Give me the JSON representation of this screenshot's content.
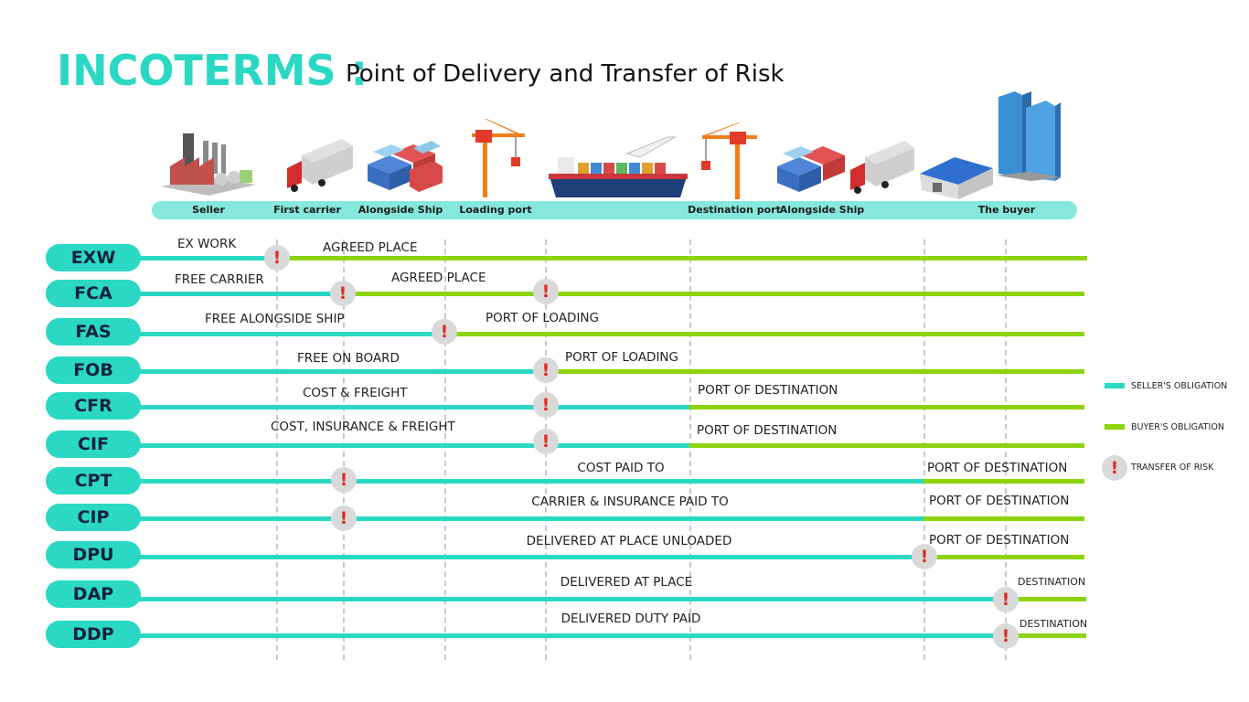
{
  "title": {
    "main": "INCOTERMS :",
    "sub": "Point of Delivery and Transfer of Risk"
  },
  "stages": [
    "Seller",
    "First carrier",
    "Alongside Ship",
    "Loading port",
    "Destination port",
    "Alongside Ship",
    "The buyer"
  ],
  "rows": [
    {
      "code": "EXW",
      "seller_label": "EX WORK",
      "buyer_label": "AGREED PLACE"
    },
    {
      "code": "FCA",
      "seller_label": "FREE CARRIER",
      "buyer_label": "AGREED PLACE"
    },
    {
      "code": "FAS",
      "seller_label": "FREE ALONGSIDE SHIP",
      "buyer_label": "PORT OF LOADING"
    },
    {
      "code": "FOB",
      "seller_label": "FREE ON BOARD",
      "buyer_label": "PORT OF LOADING"
    },
    {
      "code": "CFR",
      "seller_label": "COST & FREIGHT",
      "buyer_label": "PORT OF DESTINATION"
    },
    {
      "code": "CIF",
      "seller_label": "COST, INSURANCE & FREIGHT",
      "buyer_label": "PORT OF DESTINATION"
    },
    {
      "code": "CPT",
      "seller_label": "COST PAID TO",
      "buyer_label": "PORT OF DESTINATION"
    },
    {
      "code": "CIP",
      "seller_label": "CARRIER & INSURANCE  PAID TO",
      "buyer_label": "PORT OF DESTINATION"
    },
    {
      "code": "DPU",
      "seller_label": "DELIVERED AT PLACE UNLOADED",
      "buyer_label": "PORT OF DESTINATION"
    },
    {
      "code": "DAP",
      "seller_label": "DELIVERED AT PLACE",
      "buyer_label": "DESTINATION"
    },
    {
      "code": "DDP",
      "seller_label": "DELIVERED DUTY PAID",
      "buyer_label": "DESTINATION"
    }
  ],
  "risk_symbol": "!",
  "legend": {
    "seller": "SELLER'S OBLIGATION",
    "buyer": "BUYER'S OBLIGATION",
    "risk": "TRANSFER OF RISK"
  },
  "colors": {
    "seller": "#2ad8c4",
    "buyer": "#8cd40e",
    "title": "#2ad8c4",
    "risk": "#e02a2a"
  }
}
